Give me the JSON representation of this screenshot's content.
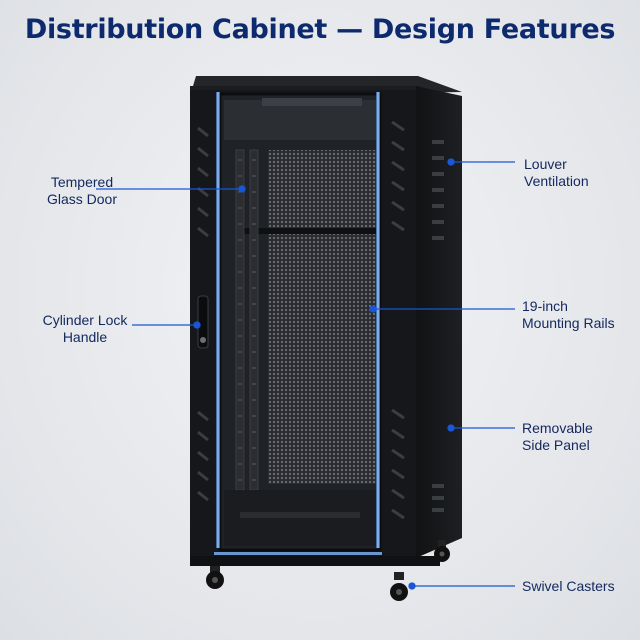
{
  "title": "Distribution Cabinet — Design Features",
  "callouts": {
    "glass_door": {
      "line1": "Tempered",
      "line2": "Glass Door"
    },
    "lock_handle": {
      "line1": "Cylinder Lock",
      "line2": "Handle"
    },
    "louver": {
      "line1": "Louver",
      "line2": "Ventilation"
    },
    "rails": {
      "line1": "19-inch",
      "line2": "Mounting Rails"
    },
    "side_panel": {
      "line1": "Removable",
      "line2": "Side Panel"
    },
    "casters": {
      "line1": "Swivel Casters"
    }
  },
  "colors": {
    "title": "#0d2a6e",
    "accent": "#1a56d6",
    "cabinet": "#15171a",
    "glow": "#7fb6ff"
  }
}
